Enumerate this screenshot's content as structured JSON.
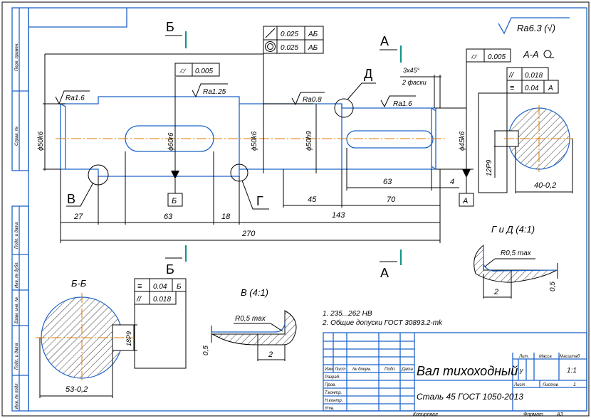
{
  "drawing": {
    "colors": {
      "outline": "#1e64c8",
      "dimension": "#000000",
      "axis": "#e07800",
      "section_mark": "#13948a"
    },
    "roughness_general": "Ra6.3 (√)",
    "section_marks": {
      "b_top": "Б",
      "b_bottom": "Б",
      "a_top": "А",
      "a_bottom": "А"
    },
    "leaders": {
      "v": "В",
      "g": "Г",
      "d": "Д"
    },
    "roughness": {
      "r1": "Ra1.6",
      "r2": "Ra1.25",
      "r3": "Ra0.8",
      "r4": "Ra1.6"
    },
    "diameters": {
      "d1": "ϕ50k6",
      "d2": "ϕ60r6",
      "d3": "ϕ50k6",
      "d4": "ϕ50h9",
      "d5": "ϕ45k6"
    },
    "chamfer": {
      "size": "3x45°",
      "note": "2 фаски"
    },
    "datums": {
      "b": "Б",
      "a": "А"
    },
    "tolerance_frames": {
      "runout_main": {
        "value": "0.005"
      },
      "runout_left": {
        "value": "0.005"
      },
      "stack": [
        {
          "value": "0.025",
          "datum": "АБ"
        },
        {
          "value": "0.025",
          "datum": "АБ"
        }
      ],
      "section_a": [
        {
          "value": "0.018"
        },
        {
          "value": "0.04",
          "datum": "А"
        }
      ],
      "section_b": [
        {
          "value": "0.04",
          "datum": "Б"
        },
        {
          "value": "0.018"
        }
      ]
    },
    "dimensions": {
      "l27": "27",
      "l63a": "63",
      "l18": "18",
      "l45": "45",
      "l143": "143",
      "l270": "270",
      "l63b": "63",
      "l70": "70",
      "l4": "4"
    },
    "section_a": {
      "title": "А-А",
      "key": "12P9",
      "width": "40-0,2"
    },
    "section_b": {
      "title": "Б-Б",
      "key": "18P9",
      "width": "53-0,2"
    },
    "detail_v": {
      "title": "В (4:1)",
      "radius": "R0,5 max",
      "dim_len": "2",
      "dim_h": "0,5"
    },
    "detail_gd": {
      "title": "Г и Д (4:1)",
      "radius": "R0,5 max",
      "dim_len": "2",
      "dim_h": "0,5"
    },
    "notes": [
      "1. 235...262 HB",
      "2. Общие допуски ГОСТ 30893.2-mk"
    ]
  },
  "title_block": {
    "name": "Вал тихоходный",
    "material": "Сталь 45 ГОСТ 1050-2013",
    "headers": {
      "izm": "Изм",
      "list": "Лист",
      "ndoc": "№ докум.",
      "podp": "Подп.",
      "data": "Дата"
    },
    "rows": [
      "Разраб.",
      "Пров.",
      "Т.контр.",
      "Н.контр.",
      "Утв."
    ],
    "lit_label": "Лит.",
    "mass_label": "Масса",
    "scale_label": "Масштаб",
    "lit_value": "у",
    "scale_value": "1:1",
    "sheet_label": "Лист",
    "sheets_label": "Листов",
    "sheets_value": "1",
    "copied": "Копировал",
    "format_label": "Формат",
    "format_value": "А3"
  },
  "side_stamp": [
    "Перв. примен.",
    "Справ. №",
    "Подп. и дата",
    "Инв. № дубл.",
    "Взам. инв. №",
    "Подп. и дата",
    "Инв. № подл."
  ]
}
